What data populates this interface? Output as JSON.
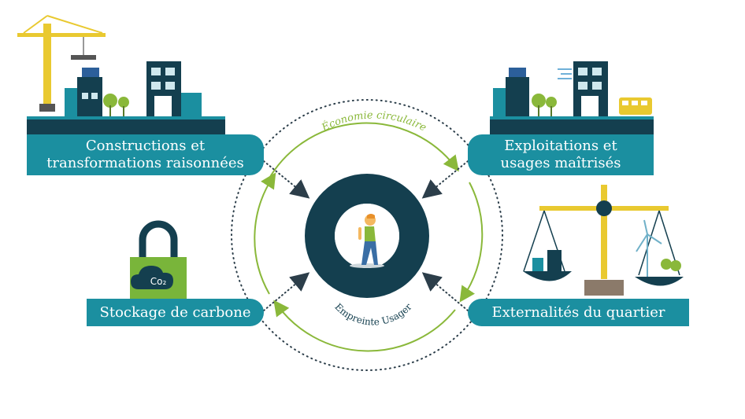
{
  "diagram": {
    "outer_cycle_label": "Économie circulaire",
    "center_label": "Empreinte Usager",
    "nodes": {
      "constructions": "Constructions et\ntransformations raisonnées",
      "exploitations": "Exploitations et\nusages maîtrisés",
      "stockage": "Stockage de carbone",
      "externalites": "Externalités du quartier"
    },
    "lock_text": "Co₂"
  },
  "colors": {
    "teal": "#1b8fa0",
    "dark": "#143f4f",
    "green": "#8ab83a",
    "yellow": "#e9c930",
    "lock_green": "#79b53a"
  }
}
